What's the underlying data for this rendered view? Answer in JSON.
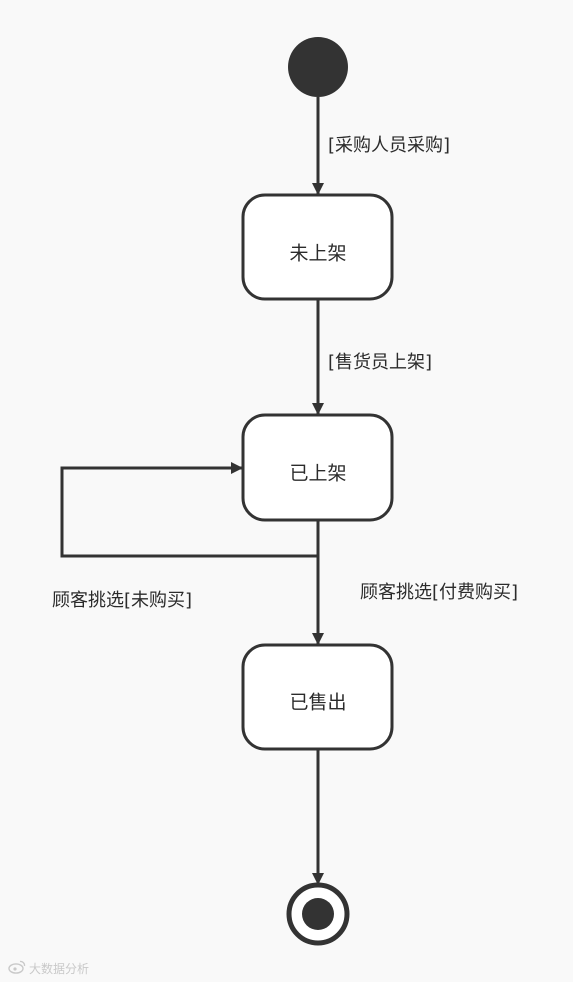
{
  "colors": {
    "background": "#f9f9f9",
    "stroke": "#333333",
    "node_fill": "#ffffff",
    "text": "#2b2b2b"
  },
  "states": {
    "unshelved": "未上架",
    "shelved": "已上架",
    "sold": "已售出"
  },
  "transitions": {
    "purchase": "[采购人员采购]",
    "shelve": "[售货员上架]",
    "browse_no_buy": "顾客挑选[未购买]",
    "browse_buy": "顾客挑选[付费购买]"
  },
  "watermark": {
    "text": "大数据分析",
    "icon": "weibo-icon"
  }
}
